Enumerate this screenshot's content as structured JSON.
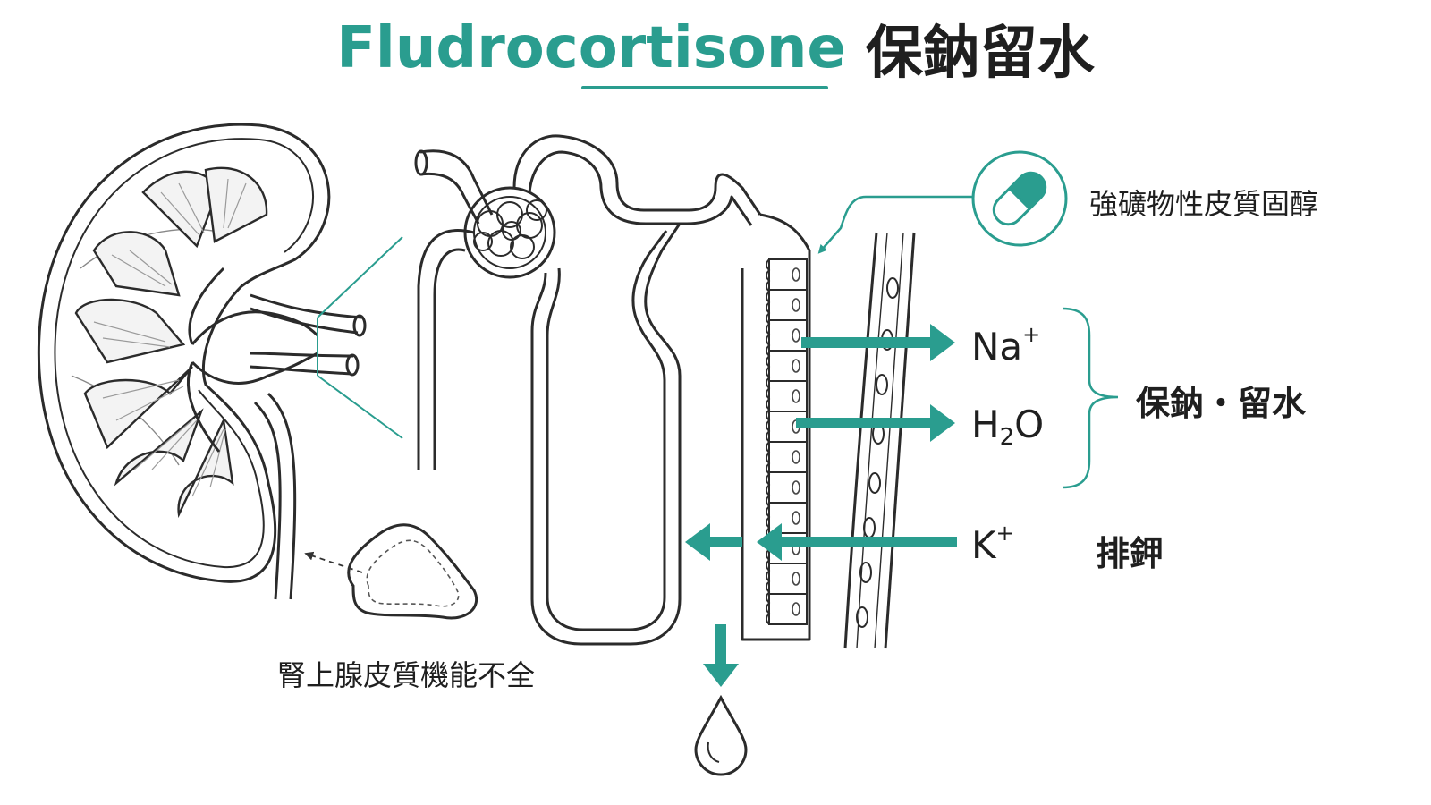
{
  "title": {
    "drug_name": "Fludrocortisone",
    "effect": "保鈉留水",
    "accent_color": "#2a9d8f"
  },
  "labels": {
    "drug_class": "強礦物性皮質固醇",
    "retention": "保鈉・留水",
    "excretion": "排鉀",
    "condition": "腎上腺皮質機能不全"
  },
  "ions": {
    "sodium": {
      "base": "Na",
      "sup": "+"
    },
    "water": {
      "base_h": "H",
      "sub": "2",
      "base_o": "O"
    },
    "potassium": {
      "base": "K",
      "sup": "+"
    }
  },
  "icons": {
    "pill": "capsule-icon",
    "drop": "water-drop-icon",
    "kidney": "kidney-illustration",
    "nephron": "nephron-illustration",
    "adrenal": "adrenal-gland-illustration",
    "vessel": "blood-vessel-illustration"
  }
}
